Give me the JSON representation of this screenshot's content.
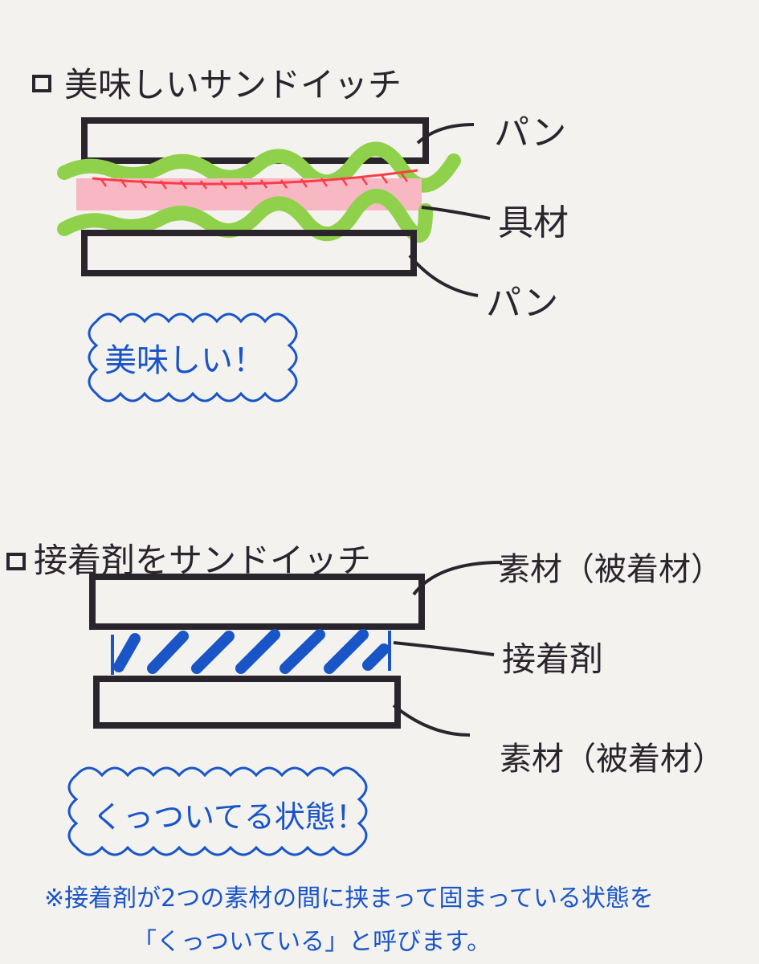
{
  "section1": {
    "title": "美味しいサンドイッチ",
    "label_top": "パン",
    "label_middle": "具材",
    "label_bottom": "パン",
    "bubble": "美味しい！"
  },
  "section2": {
    "title": "接着剤をサンドイッチ",
    "label_top": "素材（被着材）",
    "label_middle": "接着剤",
    "label_bottom": "素材（被着材）",
    "bubble": "くっついてる状態！"
  },
  "note": {
    "line1": "※接着剤が2つの素材の間に挟まって固まっている状態を",
    "line2": "「くっついている」と呼びます。"
  },
  "colors": {
    "ink": "#2a242c",
    "lettuce": "#8fd14a",
    "ham": "#f7b8c4",
    "ham_edge": "#ff3b4a",
    "adhesive": "#1a55c8",
    "paper": "#f3f2ee"
  }
}
